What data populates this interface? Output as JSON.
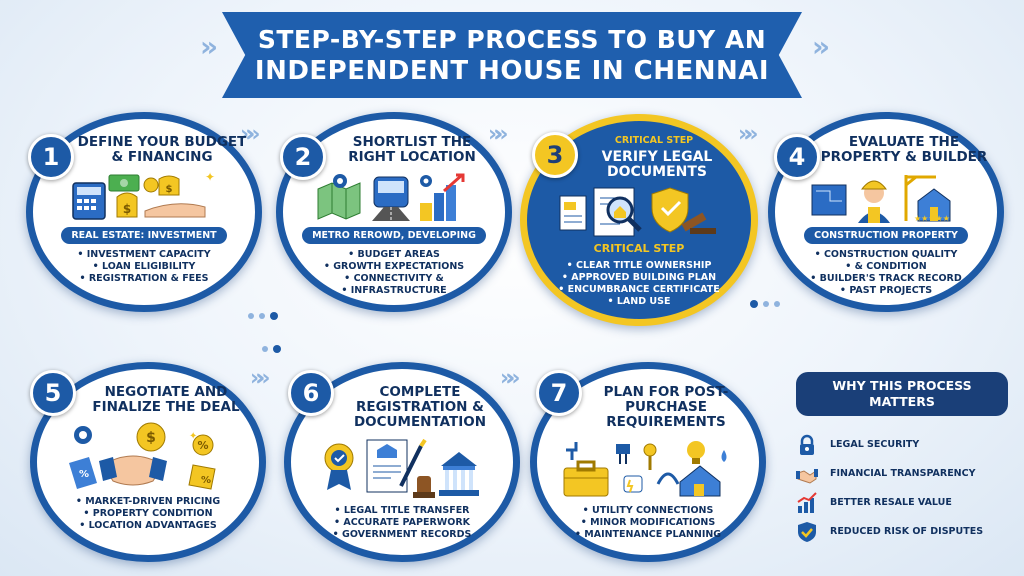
{
  "title": {
    "line1": "STEP-BY-STEP PROCESS TO BUY AN",
    "line2": "INDEPENDENT HOUSE IN CHENNAI"
  },
  "steps": [
    {
      "number": "1",
      "title": "DEFINE YOUR BUDGET & FINANCING",
      "tag": "REAL ESTATE: INVESTMENT",
      "bullets": [
        "INVESTMENT CAPACITY",
        "LOAN ELIGIBILITY",
        "REGISTRATION & FEES"
      ]
    },
    {
      "number": "2",
      "title": "SHORTLIST THE RIGHT LOCATION",
      "tag": "METRO REROWD, DEVELOPING",
      "bullets": [
        "BUDGET AREAS",
        "GROWTH EXPECTATIONS",
        "CONNECTIVITY &",
        "INFRASTRUCTURE"
      ]
    },
    {
      "number": "3",
      "critical_label": "CRITICAL STEP",
      "title": "VERIFY LEGAL DOCUMENTS",
      "tag": "CRITICAL STEP",
      "bullets": [
        "CLEAR TITLE OWNERSHIP",
        "APPROVED BUILDING PLAN",
        "ENCUMBRANCE CERTIFICATE",
        "LAND USE"
      ]
    },
    {
      "number": "4",
      "title": "EVALUATE THE PROPERTY & BUILDER",
      "tag": "CONSTRUCTION  PROPERTY",
      "bullets": [
        "CONSTRUCTION QUALITY",
        "& CONDITION",
        "BUILDER'S TRACK RECORD",
        "PAST PROJECTS"
      ]
    },
    {
      "number": "5",
      "title": "NEGOTIATE AND FINALIZE THE DEAL",
      "bullets": [
        "MARKET-DRIVEN PRICING",
        "PROPERTY CONDITION",
        "LOCATION ADVANTAGES"
      ]
    },
    {
      "number": "6",
      "title": "COMPLETE REGISTRATION & DOCUMENTATION",
      "bullets": [
        "LEGAL TITLE TRANSFER",
        "ACCURATE PAPERWORK",
        "GOVERNMENT RECORDS"
      ]
    },
    {
      "number": "7",
      "title": "PLAN FOR POST-PURCHASE REQUIREMENTS",
      "bullets": [
        "UTILITY CONNECTIONS",
        "MINOR MODIFICATIONS",
        "MAINTENANCE PLANNING"
      ]
    }
  ],
  "why": {
    "heading": "WHY THIS PROCESS MATTERS",
    "items": [
      {
        "label": "LEGAL SECURITY",
        "icon": "lock-icon"
      },
      {
        "label": "FINANCIAL TRANSPARENCY",
        "icon": "handshake-icon"
      },
      {
        "label": "BETTER RESALE VALUE",
        "icon": "growth-chart-icon"
      },
      {
        "label": "REDUCED RISK OF DISPUTES",
        "icon": "shield-check-icon"
      }
    ]
  },
  "colors": {
    "primary": "#1d5aa6",
    "accent": "#f3c623",
    "dark": "#10305f"
  }
}
